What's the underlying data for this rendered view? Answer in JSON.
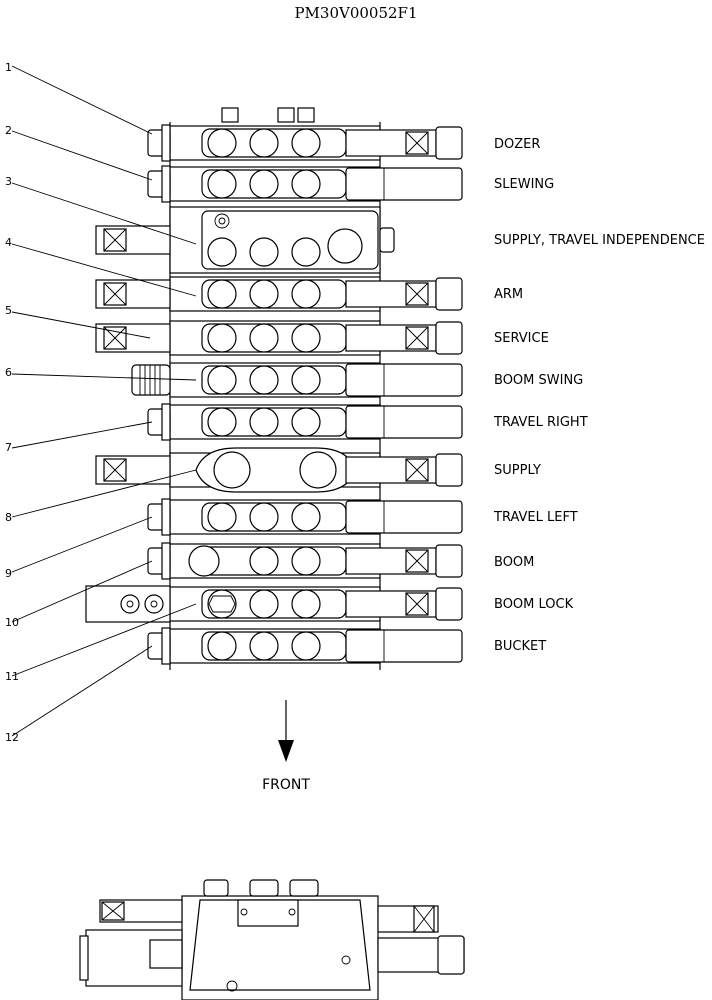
{
  "figure_code": "PM30V00052F1",
  "front_label": "FRONT",
  "sections": [
    {
      "id": "dozer",
      "label": "DOZER"
    },
    {
      "id": "slewing",
      "label": "SLEWING"
    },
    {
      "id": "supply-travel-independence",
      "label": "SUPPLY, TRAVEL INDEPENDENCE"
    },
    {
      "id": "arm",
      "label": "ARM"
    },
    {
      "id": "service",
      "label": "SERVICE"
    },
    {
      "id": "boom-swing",
      "label": "BOOM SWING"
    },
    {
      "id": "travel-right",
      "label": "TRAVEL RIGHT"
    },
    {
      "id": "supply",
      "label": "SUPPLY"
    },
    {
      "id": "travel-left",
      "label": "TRAVEL LEFT"
    },
    {
      "id": "boom",
      "label": "BOOM"
    },
    {
      "id": "boom-lock",
      "label": "BOOM LOCK"
    },
    {
      "id": "bucket",
      "label": "BUCKET"
    }
  ],
  "callouts": [
    "1",
    "2",
    "3",
    "4",
    "5",
    "6",
    "7",
    "8",
    "9",
    "10",
    "11",
    "12"
  ]
}
